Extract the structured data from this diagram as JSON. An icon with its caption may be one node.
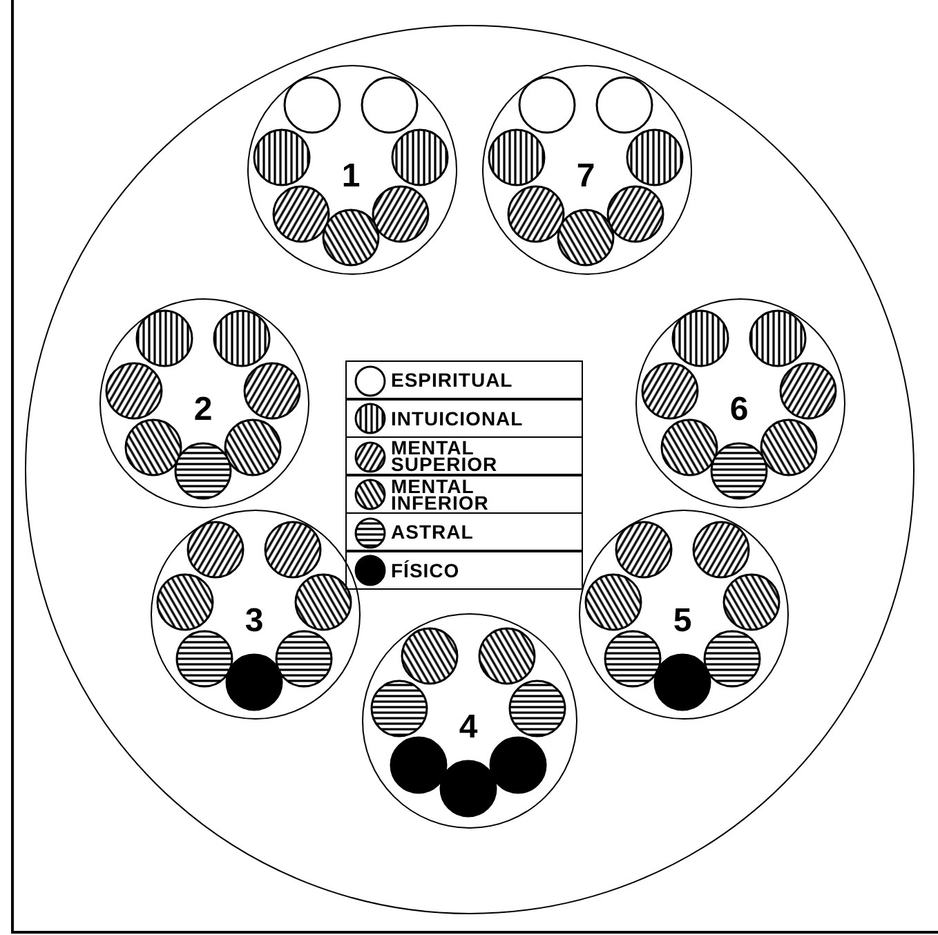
{
  "diagram": {
    "nodes": [
      {
        "text": [],
        "shape": "circle"
      },
      {
        "text": [
          "1"
        ],
        "in": 0
      },
      {
        "text": [
          "7"
        ],
        "in": 0
      },
      {
        "text": [
          "2"
        ],
        "in": 0
      },
      {
        "text": [
          "6"
        ],
        "in": 0
      },
      {
        "text": [
          "3"
        ],
        "in": 0
      },
      {
        "text": [
          "5"
        ],
        "in": 0
      },
      {
        "text": [
          "4"
        ],
        "in": 0
      }
    ],
    "legend": [
      {
        "text": "ESPIRITUAL"
      },
      {
        "text": "INTUICIONAL"
      },
      {
        "text": "MENTAL SUPERIOR"
      },
      {
        "text": "MENTAL INFERIOR"
      },
      {
        "text": "ASTRAL"
      },
      {
        "text": "FÍSICO",
        "color": "#000000"
      }
    ]
  }
}
